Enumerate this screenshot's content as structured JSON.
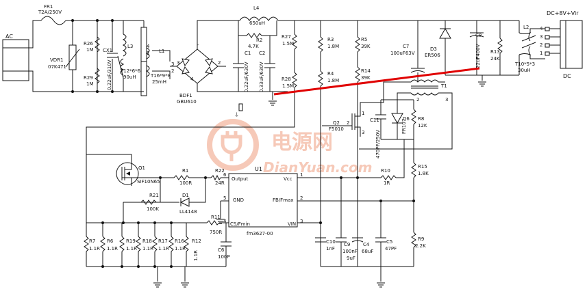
{
  "watermark": {
    "cn": "电源网",
    "en": "DianYuan.com"
  },
  "terminals": {
    "ac": "AC",
    "dc_out": "DC+8V+Vir",
    "dc": "DC"
  },
  "connector_pins": [
    "4",
    "3",
    "2",
    "1"
  ],
  "ic": {
    "name": "U1",
    "part": "fm3627-00",
    "pins": {
      "output": "Output",
      "vcc": "Vcc",
      "gnd": "GND",
      "fb": "FB/Fmax",
      "cs": "CS/Fmin",
      "vin": "VIN"
    },
    "pin_numbers": [
      "6",
      "1",
      "5",
      "2",
      "4",
      "3"
    ]
  },
  "components": {
    "fr1": "FR1",
    "fr1_v": "T2A/250V",
    "vdr1": "VDR1",
    "vdr1_v": "07K471",
    "r26": "R26",
    "r26_v": "1M",
    "r29": "R29",
    "r29_v": "1M",
    "cx1": "CX1",
    "cx1_v": "0.22uF/310V",
    "l3": "L3",
    "l3_v": "T12*6*6",
    "l3_v2": "90uH",
    "l1": "L1",
    "l1_v": "T16*9*8",
    "l1_v2": "25mH",
    "bdf1": "BDF1",
    "bdf1_v": "GBU610",
    "l4": "L4",
    "l4_v": "650uH",
    "r2": "R2",
    "r2_v": "4.7K",
    "c1": "C1",
    "c1_v": "0.22uF/630V",
    "c2": "C2",
    "c2_v": "0.33uF/630V",
    "r27": "R27",
    "r27_v": "1.5M",
    "r28": "R28",
    "r28_v": "1.5M",
    "r3": "R3",
    "r3_v": "1.8M",
    "r4": "R4",
    "r4_v": "1.8M",
    "r5": "R5",
    "r5_v": "39K",
    "r14": "R14",
    "r14_v": "39K",
    "c7": "C7",
    "c7_v": "100uF63V",
    "d3": "D3",
    "d3_v": "ER506",
    "c8": "C8",
    "c8_v": "22uF400V",
    "r13": "R13",
    "r13_v": "24K",
    "l2": "L2",
    "l2_v": "T10*5*3",
    "l2_v2": "30uH",
    "t1": "T1",
    "q2": "Q2",
    "q2_v": "F5010",
    "c11": "C11",
    "c11_v": "470PF/250V",
    "d6": "D6",
    "d6_v": "FR107",
    "r8": "R8",
    "r8_v": "12K",
    "r15": "R15",
    "r15_v": "1.8K",
    "q1": "Q1",
    "q1_v": "SIF10N65",
    "r1": "R1",
    "r1_v": "100R",
    "r22": "R22",
    "r22_v": "24R",
    "r21": "R21",
    "r21_v": "100K",
    "d1": "D1",
    "d1_v": "LL4148",
    "r11": "R11",
    "r11_v": "750R",
    "c6": "C6",
    "c6_v": "100P",
    "r10": "R10",
    "r10_v": "1R",
    "c10": "C10",
    "c10_v": "1nF",
    "c9": "C9",
    "c9_v": "100nF",
    "c9_v2": "9uF",
    "c4": "C4",
    "c4_v": "68uF",
    "c5": "C5",
    "c5_v": "47PF",
    "r9": "R9",
    "r9_v": "2.2K",
    "r7": "R7",
    "r7_v": "1.1R",
    "r6": "R6",
    "r6_v": "1.1R",
    "r19": "R19",
    "r19_v": "1.1R",
    "r18": "R18",
    "r18_v": "1.1R",
    "r17": "R17",
    "r17_v": "1.1R",
    "r16": "R16",
    "r16_v": "1.1R",
    "r12": "R12",
    "r12_v": "1.1R"
  },
  "pin_marks": {
    "p1": "1",
    "p2": "2",
    "p3": "3",
    "p4": "4",
    "tp1": "1",
    "tp2": "2",
    "tp3": "3",
    "tp4": "4",
    "q2g": "1",
    "q2d": "2",
    "q2s": "3"
  },
  "colors": {
    "wire": "#111111",
    "highlight": "#e00000",
    "watermark": "#f6c9b8"
  }
}
